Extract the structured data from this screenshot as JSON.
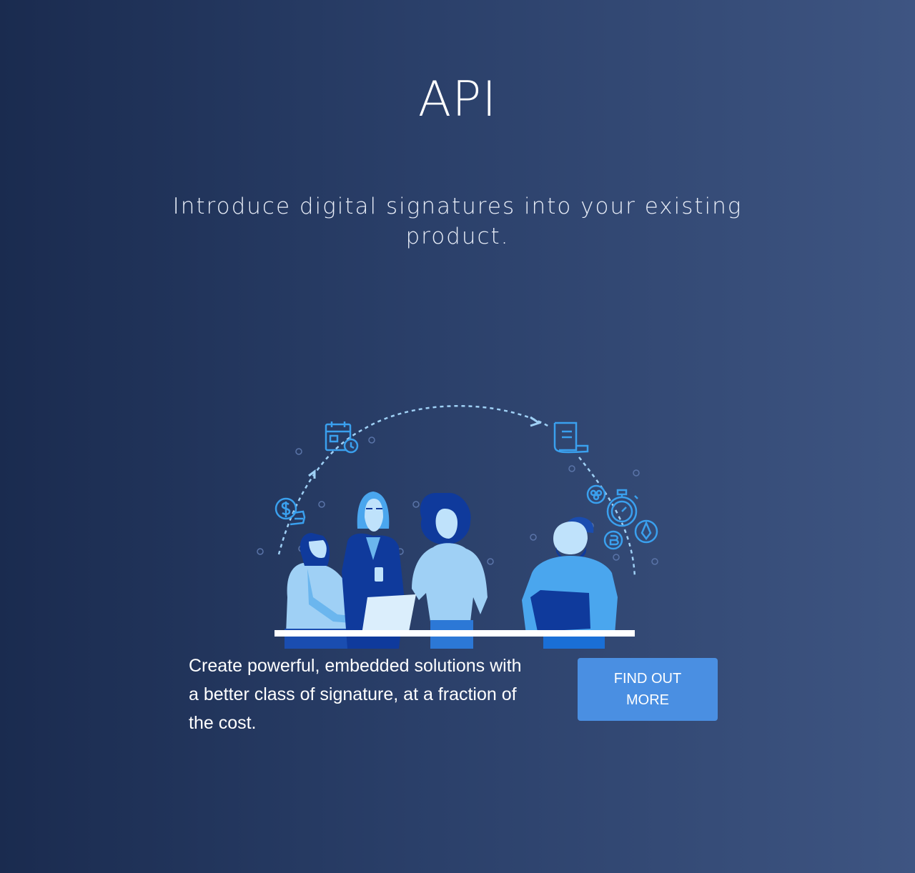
{
  "hero": {
    "title": "API",
    "subtitle": "Introduce digital signatures into your existing product."
  },
  "illustration": {
    "icons": [
      "calendar-clock-icon",
      "document-icon",
      "dollar-coin-icon",
      "stopwatch-icon",
      "crypto-coin-icon",
      "bitcoin-icon",
      "ethereum-icon"
    ]
  },
  "content": {
    "description": "Create powerful, embedded solutions with a better class of signature, at a fraction of the cost.",
    "button_label": "FIND OUT MORE"
  },
  "colors": {
    "background_start": "#1a2b4f",
    "background_end": "#3e5582",
    "accent": "#4a8fe2",
    "illustration_light": "#9fd0f5",
    "illustration_mid": "#2c8fe6",
    "illustration_dark": "#0f3a9c"
  }
}
